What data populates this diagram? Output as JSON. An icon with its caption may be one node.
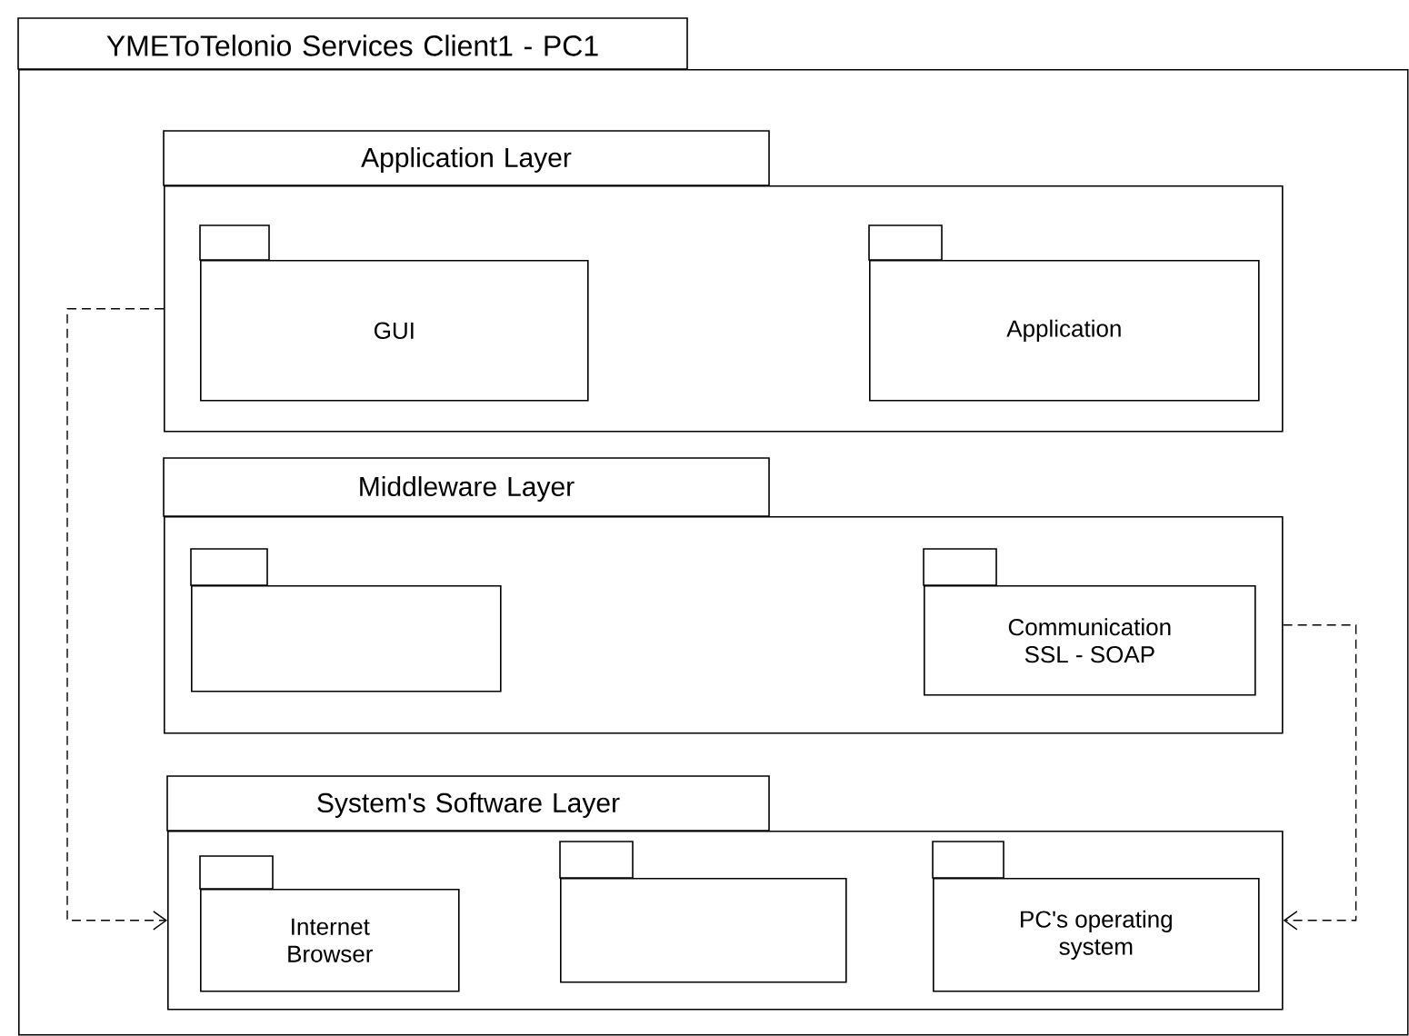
{
  "diagram": {
    "nodes": [
      {
        "text": [
          "YMEToTelonio Services Client1 - PC1"
        ]
      },
      {
        "text": [
          "Application Layer"
        ],
        "in": 0
      },
      {
        "text": [
          "GUI"
        ],
        "in": 1
      },
      {
        "text": [
          "Application"
        ],
        "in": 1
      },
      {
        "text": [
          "Middleware Layer"
        ],
        "in": 0
      },
      {
        "text": [],
        "shape": "folder",
        "in": 4
      },
      {
        "text": [
          "Communication SSL - SOAP"
        ],
        "in": 4
      },
      {
        "text": [
          "System's Software Layer"
        ],
        "in": 0
      },
      {
        "text": [
          "Internet Browser"
        ],
        "in": 7
      },
      {
        "text": [],
        "shape": "folder",
        "in": 7
      },
      {
        "text": [
          "PC's operating system"
        ],
        "in": 7
      }
    ],
    "edges": [
      {
        "from": 1,
        "to": 7,
        "arrow": "to",
        "style": "dashed"
      },
      {
        "from": 4,
        "to": 7,
        "arrow": "to",
        "style": "dashed"
      }
    ]
  }
}
